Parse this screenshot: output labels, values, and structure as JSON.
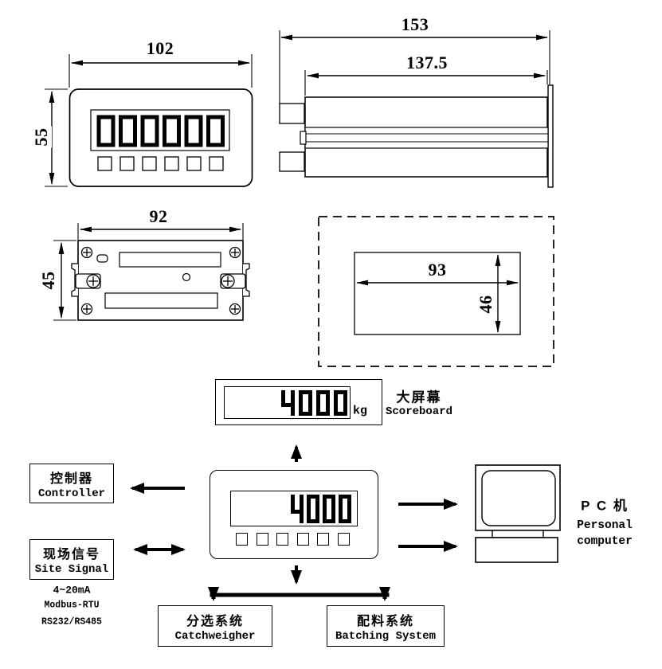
{
  "drawing": {
    "front_view": {
      "width": "102",
      "height": "55"
    },
    "side_view": {
      "total_length": "153",
      "body_length": "137.5"
    },
    "rear_view": {
      "width": "92",
      "height": "45"
    },
    "panel_cutout": {
      "width": "93",
      "height": "46"
    }
  },
  "system": {
    "scoreboard": {
      "display": "4000",
      "unit": "kg",
      "name_cn": "大屏幕",
      "name_en": "Scoreboard"
    },
    "indicator": {
      "display": "4000"
    },
    "controller": {
      "name_cn": "控制器",
      "name_en": "Controller"
    },
    "site_signal": {
      "name_cn": "现场信号",
      "name_en": "Site Signal",
      "protocols": [
        "4~20mA",
        "Modbus-RTU",
        "RS232/RS485"
      ]
    },
    "pc": {
      "name_cn": "P C 机",
      "name_en_line1": "Personal",
      "name_en_line2": "computer"
    },
    "catchweigher": {
      "name_cn": "分选系统",
      "name_en": "Catchweigher"
    },
    "batching": {
      "name_cn": "配料系统",
      "name_en": "Batching System"
    }
  },
  "colors": {
    "line": "#000000",
    "background": "#ffffff"
  }
}
